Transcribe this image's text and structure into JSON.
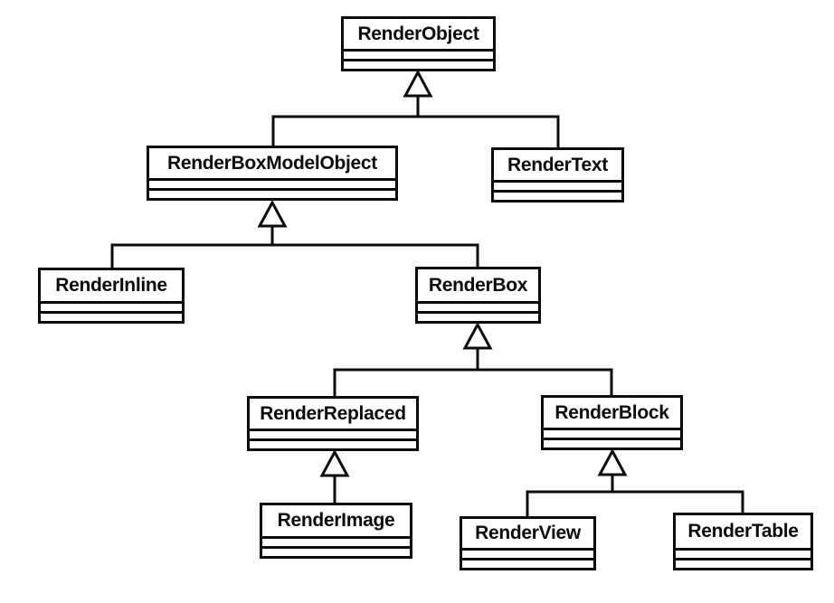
{
  "diagram": {
    "type": "uml-class-inheritance-diagram",
    "background_color": "#ffffff",
    "line_color": "#0b0b0b",
    "box_fill_color": "#ffffff",
    "text_color": "#0b0b0b",
    "nodes": [
      {
        "id": "render-object",
        "label": "RenderObject"
      },
      {
        "id": "render-box-model-object",
        "label": "RenderBoxModelObject"
      },
      {
        "id": "render-text",
        "label": "RenderText"
      },
      {
        "id": "render-inline",
        "label": "RenderInline"
      },
      {
        "id": "render-box",
        "label": "RenderBox"
      },
      {
        "id": "render-replaced",
        "label": "RenderReplaced"
      },
      {
        "id": "render-block",
        "label": "RenderBlock"
      },
      {
        "id": "render-image",
        "label": "RenderImage"
      },
      {
        "id": "render-view",
        "label": "RenderView"
      },
      {
        "id": "render-table",
        "label": "RenderTable"
      }
    ],
    "edges": [
      {
        "from": "RenderBoxModelObject",
        "to": "RenderObject",
        "type": "generalization"
      },
      {
        "from": "RenderText",
        "to": "RenderObject",
        "type": "generalization"
      },
      {
        "from": "RenderInline",
        "to": "RenderBoxModelObject",
        "type": "generalization"
      },
      {
        "from": "RenderBox",
        "to": "RenderBoxModelObject",
        "type": "generalization"
      },
      {
        "from": "RenderReplaced",
        "to": "RenderBox",
        "type": "generalization"
      },
      {
        "from": "RenderBlock",
        "to": "RenderBox",
        "type": "generalization"
      },
      {
        "from": "RenderImage",
        "to": "RenderReplaced",
        "type": "generalization"
      },
      {
        "from": "RenderView",
        "to": "RenderBlock",
        "type": "generalization"
      },
      {
        "from": "RenderTable",
        "to": "RenderBlock",
        "type": "generalization"
      }
    ]
  }
}
